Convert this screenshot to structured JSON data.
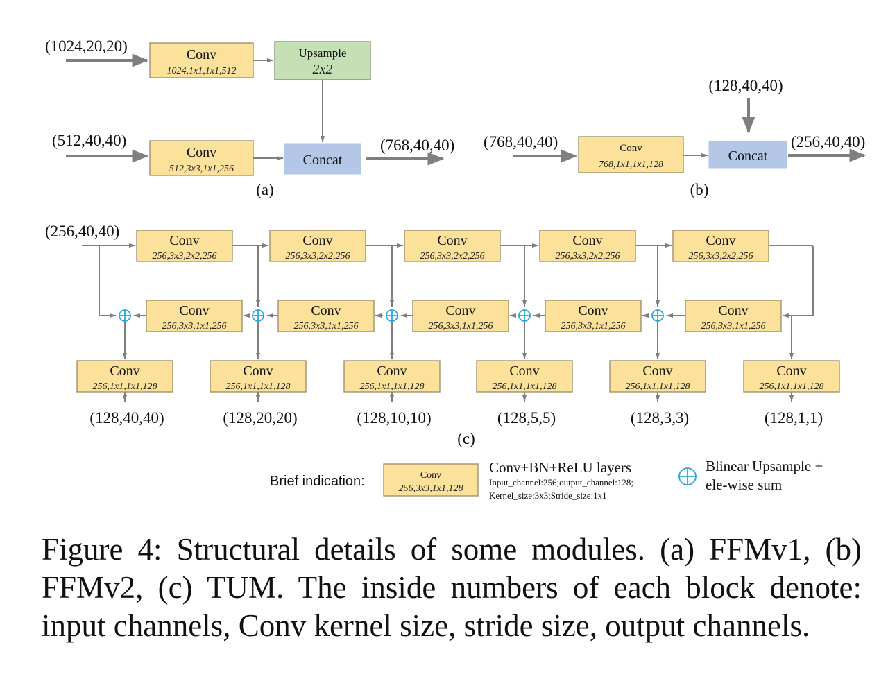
{
  "colors": {
    "conv_fill": "#fbe19a",
    "upsample_fill": "#c5e0b4",
    "concat_fill": "#b4c7e7",
    "edge": "#7f7f7f",
    "sum_symbol": "#2aa7e0"
  },
  "panel_a": {
    "label": "(a)",
    "input_top": "(1024,20,20)",
    "input_bottom": "(512,40,40)",
    "output": "(768,40,40)",
    "conv_top": {
      "title": "Conv",
      "params": "1024,1x1,1x1,512"
    },
    "upsample": {
      "title": "Upsample",
      "params": "2x2"
    },
    "conv_bottom": {
      "title": "Conv",
      "params": "512,3x3,1x1,256"
    },
    "concat": {
      "title": "Concat"
    }
  },
  "panel_b": {
    "label": "(b)",
    "input_left": "(768,40,40)",
    "input_top": "(128,40,40)",
    "output": "(256,40,40)",
    "conv": {
      "title": "Conv",
      "params": "768,1x1,1x1,128"
    },
    "concat": {
      "title": "Concat"
    }
  },
  "panel_c": {
    "label": "(c)",
    "input": "(256,40,40)",
    "encoder": [
      {
        "title": "Conv",
        "params": "256,3x3,2x2,256"
      },
      {
        "title": "Conv",
        "params": "256,3x3,2x2,256"
      },
      {
        "title": "Conv",
        "params": "256,3x3,2x2,256"
      },
      {
        "title": "Conv",
        "params": "256,3x3,2x2,256"
      },
      {
        "title": "Conv",
        "params": "256,3x3,2x2,256"
      }
    ],
    "decoder": [
      {
        "title": "Conv",
        "params": "256,3x3,1x1,256"
      },
      {
        "title": "Conv",
        "params": "256,3x3,1x1,256"
      },
      {
        "title": "Conv",
        "params": "256,3x3,1x1,256"
      },
      {
        "title": "Conv",
        "params": "256,3x3,1x1,256"
      },
      {
        "title": "Conv",
        "params": "256,3x3,1x1,256"
      }
    ],
    "heads": [
      {
        "title": "Conv",
        "params": "256,1x1,1x1,128",
        "output": "(128,40,40)"
      },
      {
        "title": "Conv",
        "params": "256,1x1,1x1,128",
        "output": "(128,20,20)"
      },
      {
        "title": "Conv",
        "params": "256,1x1,1x1,128",
        "output": "(128,10,10)"
      },
      {
        "title": "Conv",
        "params": "256,1x1,1x1,128",
        "output": "(128,5,5)"
      },
      {
        "title": "Conv",
        "params": "256,1x1,1x1,128",
        "output": "(128,3,3)"
      },
      {
        "title": "Conv",
        "params": "256,1x1,1x1,128",
        "output": "(128,1,1)"
      }
    ]
  },
  "legend": {
    "label": "Brief indication:",
    "example_box": {
      "title": "Conv",
      "params": "256,3x3,1x1,128"
    },
    "conv_desc_title": "Conv+BN+ReLU layers",
    "conv_desc_line1": "Input_channel:256;output_channel:128;",
    "conv_desc_line2": "Kernel_size:3x3;Stride_size:1x1",
    "sum_icon": "circle-plus",
    "sum_desc_line1": "Blinear Upsample +",
    "sum_desc_line2": "ele-wise sum"
  },
  "caption": "Figure 4: Structural details of some modules. (a) FFMv1, (b) FFMv2, (c) TUM. The inside numbers of each block denote: input channels, Conv kernel size, stride size, output channels."
}
